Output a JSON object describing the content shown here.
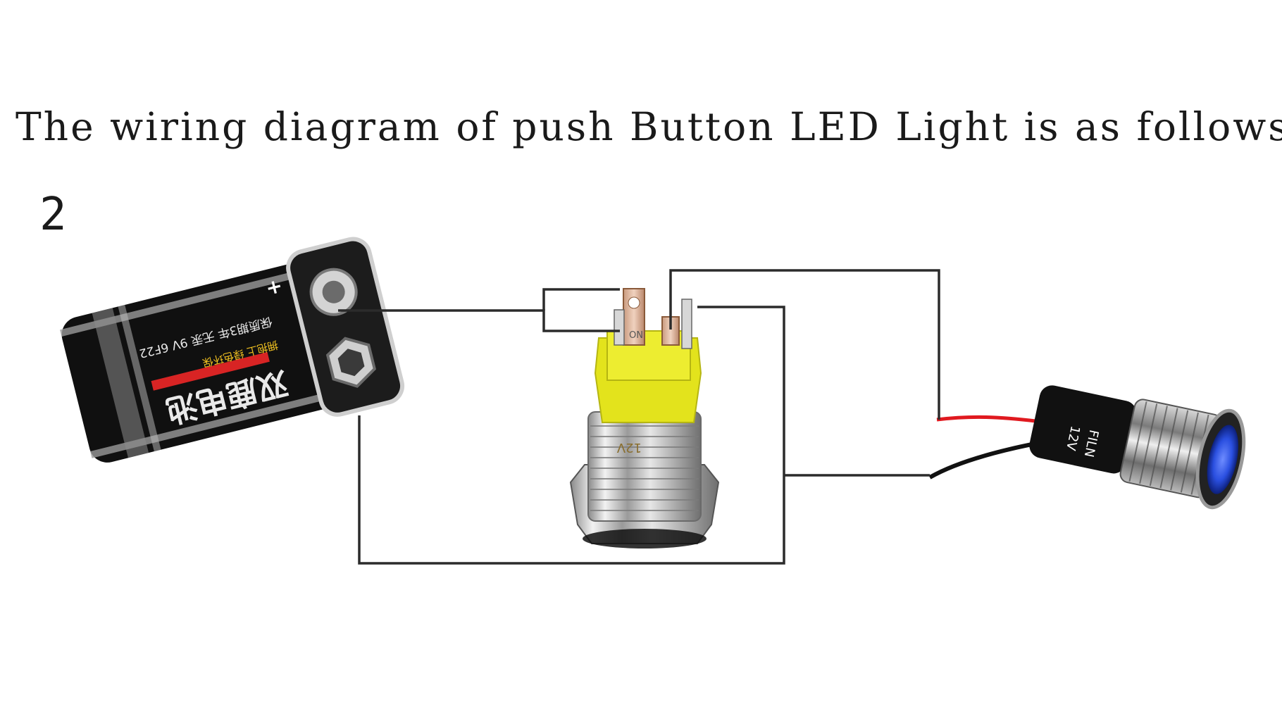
{
  "title": "The wiring diagram of push Button LED Light is as follows",
  "step_number": "2",
  "battery": {
    "brand_text": "双鹿电池",
    "spec_text": "保质期3年  无汞 9V 6F22",
    "plus_sign": "+",
    "slogan_text": "拥抱上 绿色环保"
  },
  "switch": {
    "voltage_label": "12V",
    "terminal_label": "NO"
  },
  "indicator_light": {
    "brand_label": "FILN",
    "voltage_label": "12V",
    "lens_color": "#2a5cff"
  },
  "colors": {
    "wire": "#2b2b2b",
    "wire_red": "#e0191f",
    "wire_black": "#111111",
    "switch_yellow": "#e6e61e",
    "metal": "#c9c9c9"
  }
}
